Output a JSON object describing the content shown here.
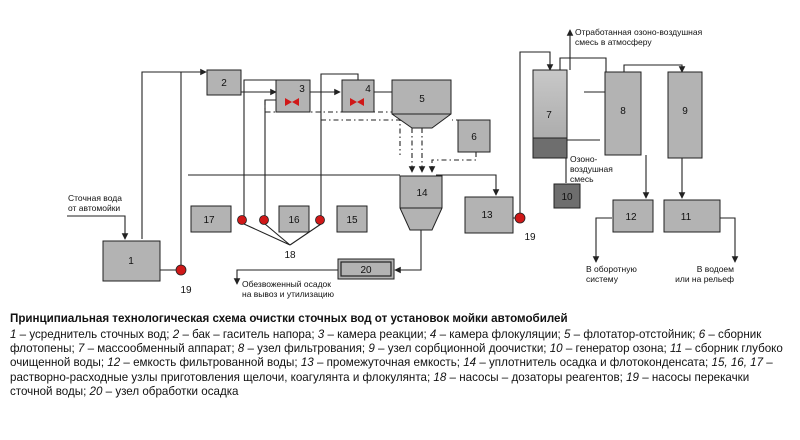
{
  "diagram": {
    "units": {
      "u1": "1",
      "u2": "2",
      "u3": "3",
      "u4": "4",
      "u5": "5",
      "u6": "6",
      "u7": "7",
      "u8": "8",
      "u9": "9",
      "u10": "10",
      "u11": "11",
      "u12": "12",
      "u13": "13",
      "u14": "14",
      "u15": "15",
      "u16": "16",
      "u17": "17",
      "u20": "20"
    },
    "pump_labels": {
      "p18": "18",
      "p19_left": "19",
      "p19_right": "19"
    },
    "annotations": {
      "inlet_line1": "Сточная вода",
      "inlet_line2": "от автомойки",
      "exhaust_line1": "Отработанная озоно-воздушная",
      "exhaust_line2": "смесь в атмосферу",
      "ozone_line1": "Озоно-",
      "ozone_line2": "воздушная",
      "ozone_line3": "смесь",
      "sludge_line1": "Обезвоженный осадок",
      "sludge_line2": "на вывоз и утилизацию",
      "recycle_line1": "В оборотную",
      "recycle_line2": "систему",
      "discharge_line1": "В водоем",
      "discharge_line2": "или на рельеф"
    },
    "colors": {
      "box_fill": "#b3b3b3",
      "box_dark": "#6e6e6e",
      "line": "#222222",
      "valve": "#d01818"
    }
  },
  "caption": {
    "title": "Принципиальная технологическая схема очистки сточных вод от установок мойки автомобилей",
    "legend": [
      {
        "num": "1",
        "text": " – усреднитель сточных вод; "
      },
      {
        "num": "2",
        "text": " – бак – гаситель напора; "
      },
      {
        "num": "3",
        "text": " – камера реакции; "
      },
      {
        "num": "4",
        "text": " – камера флокуляции; "
      },
      {
        "num": "5",
        "text": " – флотатор-отстойник; "
      },
      {
        "num": "6",
        "text": " – сборник флотопены; "
      },
      {
        "num": "7",
        "text": " – массообменный аппарат; "
      },
      {
        "num": "8",
        "text": " – узел фильтрования; "
      },
      {
        "num": "9",
        "text": " – узел сорбционной доочистки; "
      },
      {
        "num": "10",
        "text": " – генератор озона; "
      },
      {
        "num": "11",
        "text": " – сборник глубоко очищенной воды; "
      },
      {
        "num": "12",
        "text": " – емкость фильтрованной воды; "
      },
      {
        "num": "13",
        "text": " – промежуточная емкость; "
      },
      {
        "num": "14",
        "text": " – уплотнитель осадка и флотоконденсата; "
      },
      {
        "num": "15, 16, 17",
        "text": " – растворно-расходные узлы приготовления щелочи, коагулянта и флокулянта; "
      },
      {
        "num": "18",
        "text": " – насосы – дозаторы реагентов; "
      },
      {
        "num": "19",
        "text": " – насосы перекачки сточной воды; "
      },
      {
        "num": "20",
        "text": " – узел обработки осадка"
      }
    ]
  }
}
